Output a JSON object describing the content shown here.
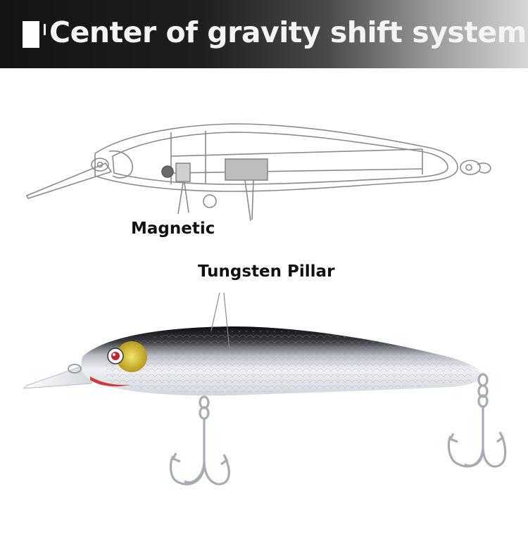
{
  "header": {
    "title": "Center of gravity shift system"
  },
  "labels": {
    "magnetic": "Magnetic",
    "tungsten": "Tungsten Pillar"
  },
  "colors": {
    "banner_dark": "#141414",
    "banner_light": "#d6d6d6",
    "lure_back": "#111111",
    "lure_belly": "#e4e6ea",
    "eye": "#d9c23a"
  },
  "icons": [
    "diagram-lure",
    "fishing-lure-photo",
    "treble-hook"
  ]
}
